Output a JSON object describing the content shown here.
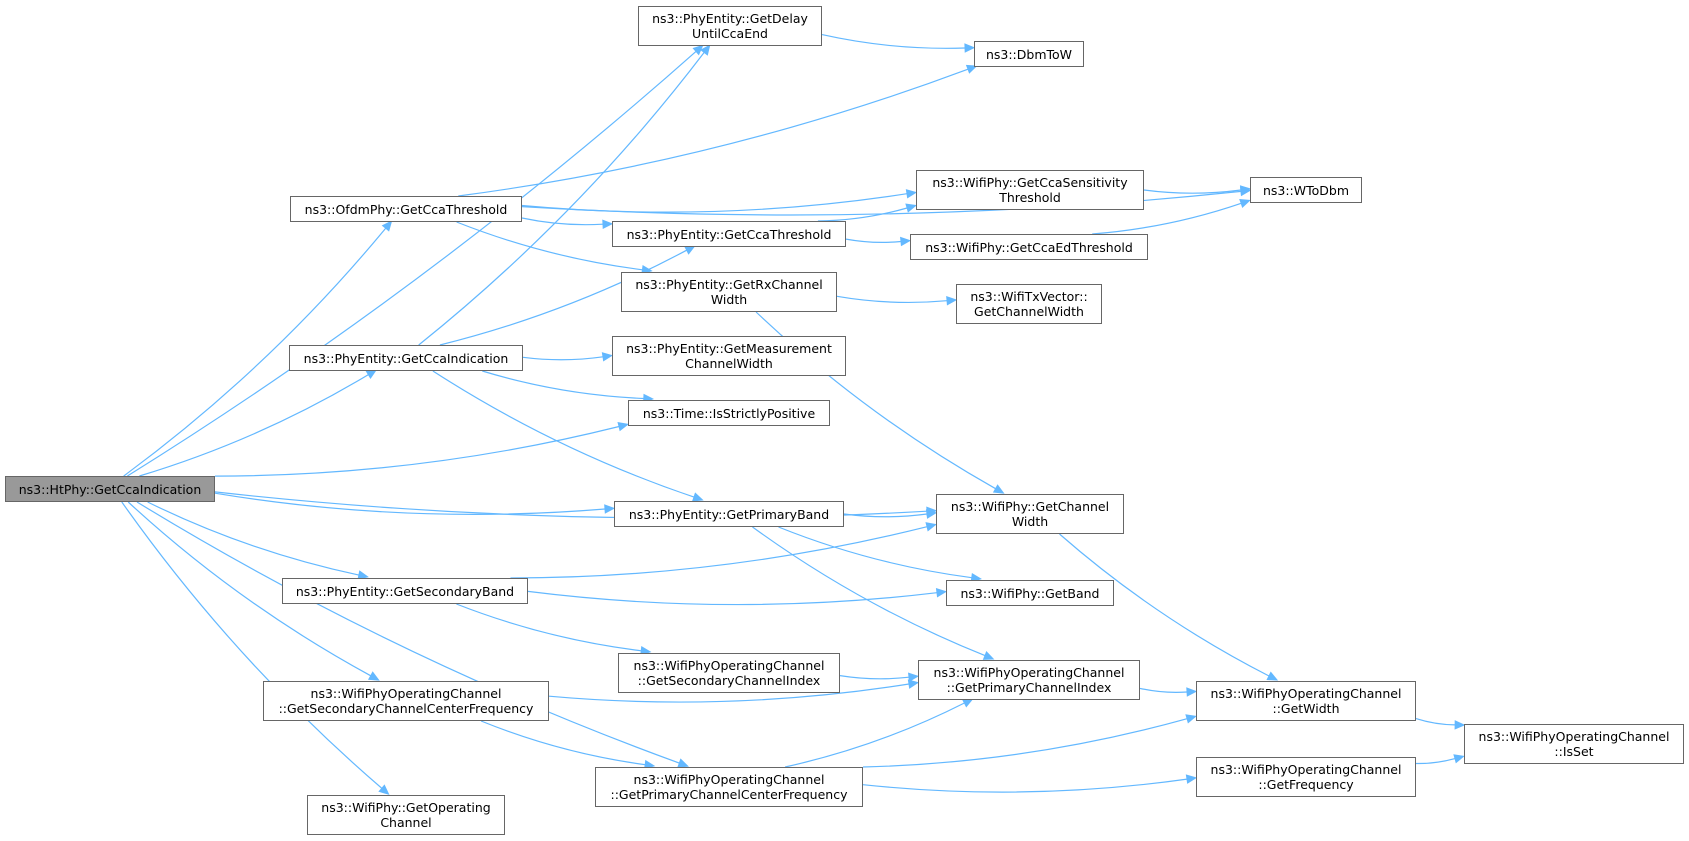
{
  "colors": {
    "edge": "#63b8ff",
    "node_border": "#666666",
    "root_fill": "#999999"
  },
  "nodes": {
    "get_delay_until_cca_end": {
      "lines": [
        "ns3::PhyEntity::GetDelay",
        "UntilCcaEnd"
      ]
    },
    "dbm_to_w": {
      "lines": [
        "ns3::DbmToW"
      ]
    },
    "ofdm_get_cca_threshold": {
      "lines": [
        "ns3::OfdmPhy::GetCcaThreshold"
      ]
    },
    "get_cca_sensitivity_threshold": {
      "lines": [
        "ns3::WifiPhy::GetCcaSensitivity",
        "Threshold"
      ]
    },
    "w_to_dbm": {
      "lines": [
        "ns3::WToDbm"
      ]
    },
    "phyentity_get_cca_threshold": {
      "lines": [
        "ns3::PhyEntity::GetCcaThreshold"
      ]
    },
    "get_cca_ed_threshold": {
      "lines": [
        "ns3::WifiPhy::GetCcaEdThreshold"
      ]
    },
    "get_rx_channel_width": {
      "lines": [
        "ns3::PhyEntity::GetRxChannel",
        "Width"
      ]
    },
    "txvector_get_channel_width": {
      "lines": [
        "ns3::WifiTxVector::",
        "GetChannelWidth"
      ]
    },
    "get_cca_indication": {
      "lines": [
        "ns3::PhyEntity::GetCcaIndication"
      ]
    },
    "get_measurement_channel_width": {
      "lines": [
        "ns3::PhyEntity::GetMeasurement",
        "ChannelWidth"
      ]
    },
    "is_strictly_positive": {
      "lines": [
        "ns3::Time::IsStrictlyPositive"
      ]
    },
    "htphy_get_cca_indication": {
      "lines": [
        "ns3::HtPhy::GetCcaIndication"
      ]
    },
    "wifiphy_get_channel_width": {
      "lines": [
        "ns3::WifiPhy::GetChannel",
        "Width"
      ]
    },
    "get_primary_band": {
      "lines": [
        "ns3::PhyEntity::GetPrimaryBand"
      ]
    },
    "get_secondary_band": {
      "lines": [
        "ns3::PhyEntity::GetSecondaryBand"
      ]
    },
    "wifiphy_get_band": {
      "lines": [
        "ns3::WifiPhy::GetBand"
      ]
    },
    "get_secondary_channel_index": {
      "lines": [
        "ns3::WifiPhyOperatingChannel",
        "::GetSecondaryChannelIndex"
      ]
    },
    "get_primary_channel_index": {
      "lines": [
        "ns3::WifiPhyOperatingChannel",
        "::GetPrimaryChannelIndex"
      ]
    },
    "get_secondary_channel_center_frequency": {
      "lines": [
        "ns3::WifiPhyOperatingChannel",
        "::GetSecondaryChannelCenterFrequency"
      ]
    },
    "opchannel_get_width": {
      "lines": [
        "ns3::WifiPhyOperatingChannel",
        "::GetWidth"
      ]
    },
    "opchannel_is_set": {
      "lines": [
        "ns3::WifiPhyOperatingChannel",
        "::IsSet"
      ]
    },
    "get_primary_channel_center_frequency": {
      "lines": [
        "ns3::WifiPhyOperatingChannel",
        "::GetPrimaryChannelCenterFrequency"
      ]
    },
    "opchannel_get_frequency": {
      "lines": [
        "ns3::WifiPhyOperatingChannel",
        "::GetFrequency"
      ]
    },
    "wifiphy_get_operating_channel": {
      "lines": [
        "ns3::WifiPhy::GetOperating",
        "Channel"
      ]
    }
  },
  "edges": [
    [
      "htphy_get_cca_indication",
      "get_delay_until_cca_end"
    ],
    [
      "htphy_get_cca_indication",
      "ofdm_get_cca_threshold"
    ],
    [
      "htphy_get_cca_indication",
      "get_cca_indication"
    ],
    [
      "htphy_get_cca_indication",
      "is_strictly_positive"
    ],
    [
      "htphy_get_cca_indication",
      "wifiphy_get_channel_width"
    ],
    [
      "htphy_get_cca_indication",
      "get_primary_band"
    ],
    [
      "htphy_get_cca_indication",
      "get_secondary_band"
    ],
    [
      "htphy_get_cca_indication",
      "get_secondary_channel_center_frequency"
    ],
    [
      "htphy_get_cca_indication",
      "get_primary_channel_center_frequency"
    ],
    [
      "htphy_get_cca_indication",
      "wifiphy_get_operating_channel"
    ],
    [
      "get_delay_until_cca_end",
      "dbm_to_w"
    ],
    [
      "ofdm_get_cca_threshold",
      "dbm_to_w"
    ],
    [
      "ofdm_get_cca_threshold",
      "w_to_dbm"
    ],
    [
      "ofdm_get_cca_threshold",
      "get_cca_sensitivity_threshold"
    ],
    [
      "ofdm_get_cca_threshold",
      "phyentity_get_cca_threshold"
    ],
    [
      "ofdm_get_cca_threshold",
      "get_rx_channel_width"
    ],
    [
      "get_cca_sensitivity_threshold",
      "w_to_dbm"
    ],
    [
      "phyentity_get_cca_threshold",
      "get_cca_sensitivity_threshold"
    ],
    [
      "phyentity_get_cca_threshold",
      "get_cca_ed_threshold"
    ],
    [
      "get_cca_ed_threshold",
      "w_to_dbm"
    ],
    [
      "get_rx_channel_width",
      "txvector_get_channel_width"
    ],
    [
      "get_rx_channel_width",
      "wifiphy_get_channel_width"
    ],
    [
      "get_cca_indication",
      "get_delay_until_cca_end"
    ],
    [
      "get_cca_indication",
      "phyentity_get_cca_threshold"
    ],
    [
      "get_cca_indication",
      "get_measurement_channel_width"
    ],
    [
      "get_cca_indication",
      "is_strictly_positive"
    ],
    [
      "get_cca_indication",
      "get_primary_band"
    ],
    [
      "get_primary_band",
      "wifiphy_get_channel_width"
    ],
    [
      "get_primary_band",
      "wifiphy_get_band"
    ],
    [
      "get_primary_band",
      "get_primary_channel_index"
    ],
    [
      "get_secondary_band",
      "wifiphy_get_channel_width"
    ],
    [
      "get_secondary_band",
      "wifiphy_get_band"
    ],
    [
      "get_secondary_band",
      "get_secondary_channel_index"
    ],
    [
      "wifiphy_get_channel_width",
      "opchannel_get_width"
    ],
    [
      "get_secondary_channel_index",
      "get_primary_channel_index"
    ],
    [
      "get_primary_channel_index",
      "opchannel_get_width"
    ],
    [
      "get_secondary_channel_center_frequency",
      "get_primary_channel_index"
    ],
    [
      "get_secondary_channel_center_frequency",
      "get_primary_channel_center_frequency"
    ],
    [
      "get_primary_channel_center_frequency",
      "get_primary_channel_index"
    ],
    [
      "get_primary_channel_center_frequency",
      "opchannel_get_width"
    ],
    [
      "get_primary_channel_center_frequency",
      "opchannel_get_frequency"
    ],
    [
      "opchannel_get_width",
      "opchannel_is_set"
    ],
    [
      "opchannel_get_frequency",
      "opchannel_is_set"
    ]
  ]
}
